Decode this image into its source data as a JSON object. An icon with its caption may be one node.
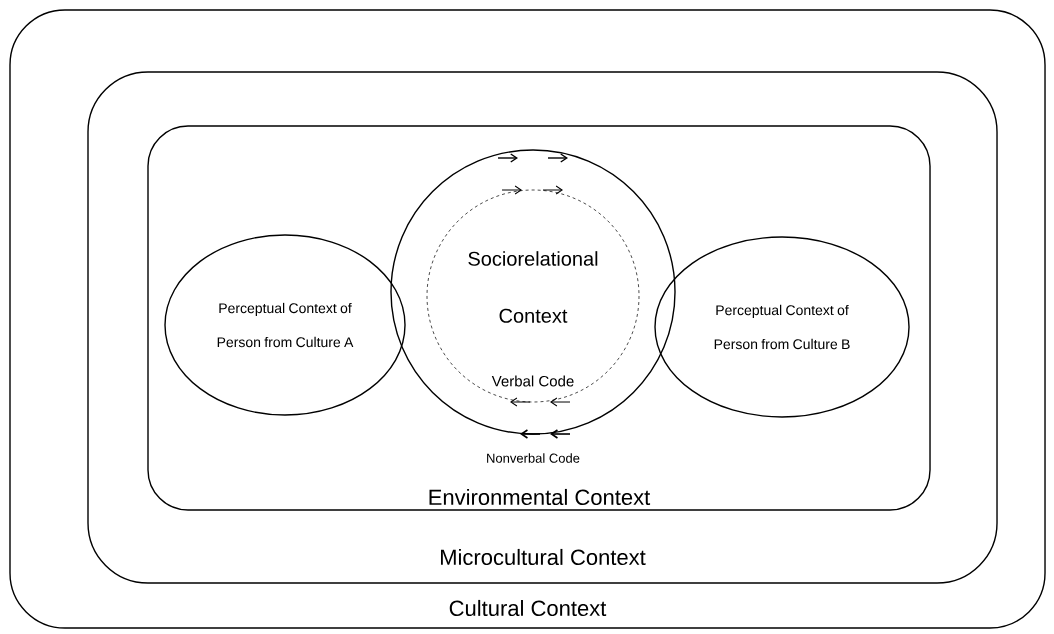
{
  "diagram": {
    "nodes": [
      {
        "text": [
          "Cultural Context"
        ]
      },
      {
        "text": [
          "Microcultural Context"
        ],
        "in": 0
      },
      {
        "text": [
          "Environmental Context"
        ],
        "in": 1
      },
      {
        "text": [
          "Perceptual Context of Person from Culture A"
        ],
        "in": 2
      },
      {
        "text": [
          "Sociorelational Context"
        ],
        "in": 2
      },
      {
        "text": [
          "Perceptual Context of Person from Culture B"
        ],
        "in": 2
      }
    ],
    "edges": [],
    "labels": [
      "Verbal Code",
      "Nonverbal Code"
    ]
  }
}
